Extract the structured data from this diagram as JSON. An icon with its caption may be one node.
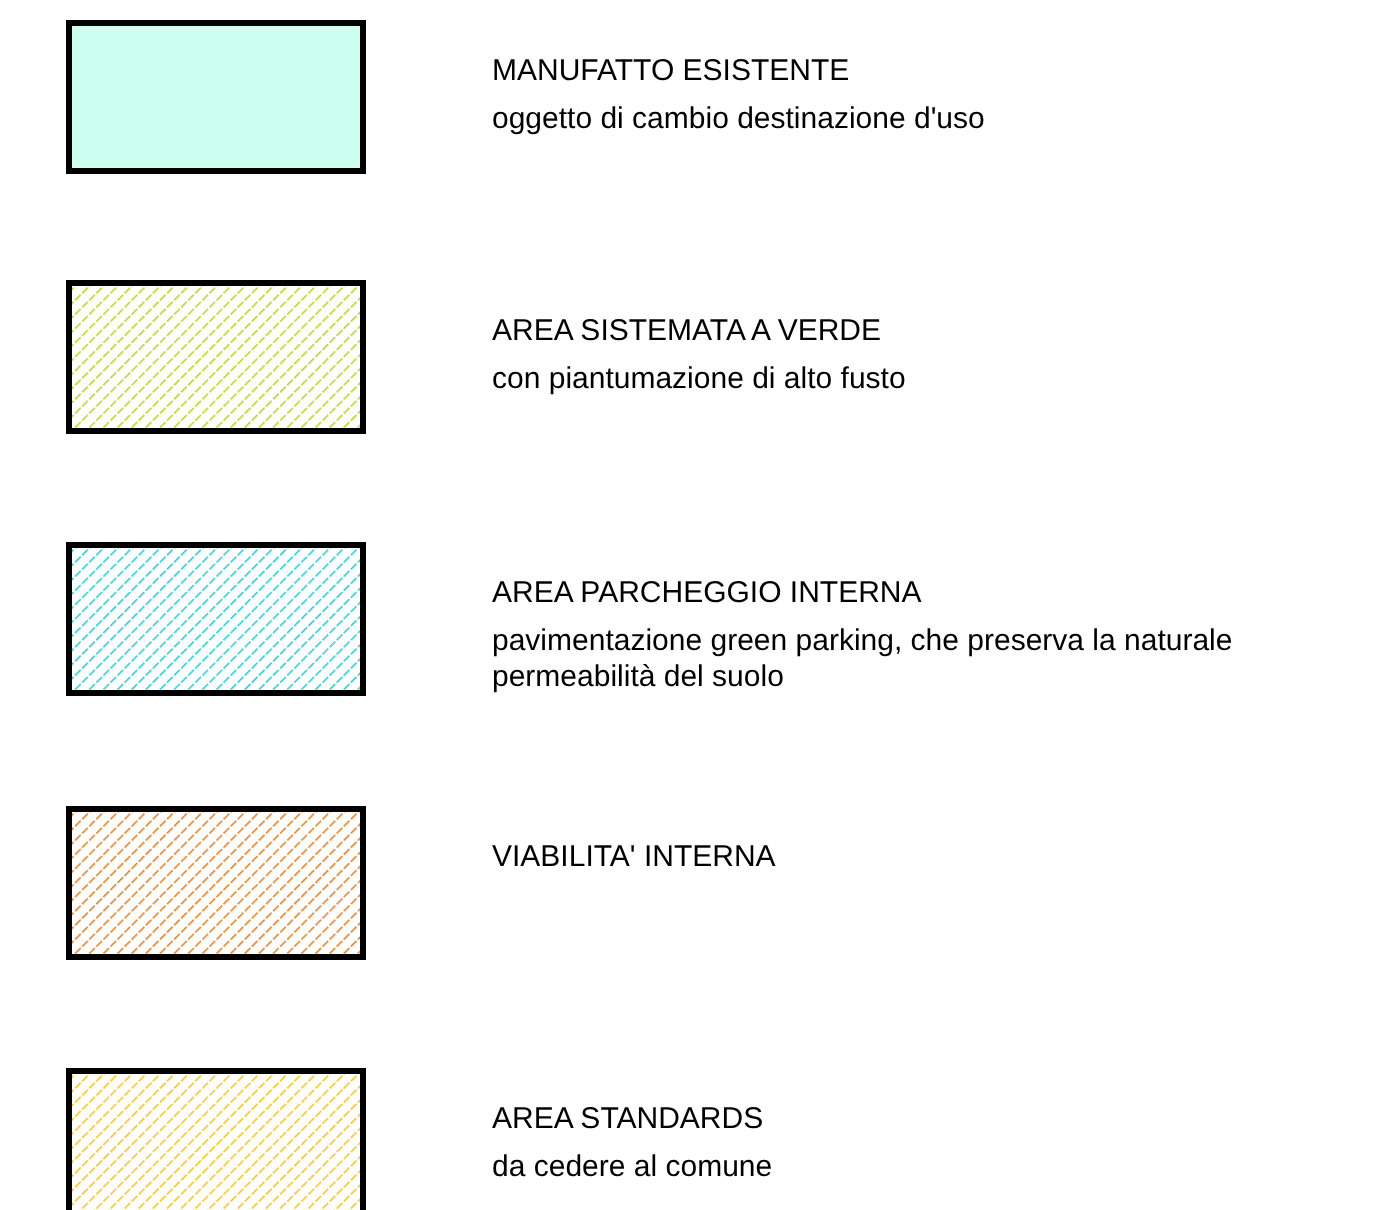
{
  "diagram": {
    "legend": [
      {
        "text": "MANUFATTO ESISTENTE",
        "color": "#ccfff0"
      },
      {
        "text": "AREA SISTEMATA A VERDE",
        "color": "#b4d82a"
      },
      {
        "text": "AREA PARCHEGGIO INTERNA",
        "color": "#2ccbd2"
      },
      {
        "text": "VIABILITA' INTERNA",
        "color": "#e0822a"
      },
      {
        "text": "AREA STANDARDS",
        "color": "#f5c42a"
      }
    ],
    "labels": [
      "oggetto di cambio destinazione d'uso",
      "con piantumazione di alto fusto",
      "pavimentazione green parking, che preserva la naturale permeabilità del suolo",
      "da cedere al comune"
    ]
  }
}
